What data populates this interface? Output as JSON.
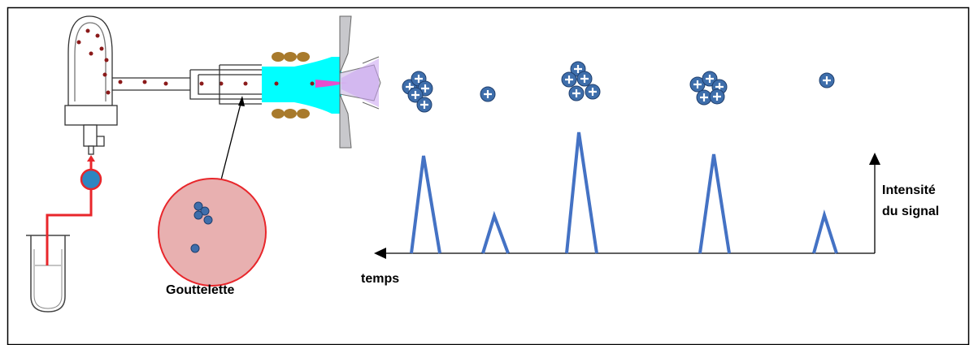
{
  "labels": {
    "droplet": "Gouttelette",
    "time_axis": "temps",
    "intensity_line1": "Intensité",
    "intensity_line2": "du signal"
  },
  "colors": {
    "tubing": "#e8262b",
    "droplet_dots": "#8b1a1a",
    "plasma": "#00ffff",
    "plasma_core": "#ff3cc8",
    "coil": "#a87a2c",
    "ion_fill": "#3e6eab",
    "peak_line": "#4472c4",
    "droplet_zoom_fill": "#e8b0b0",
    "droplet_zoom_border": "#e8262b",
    "pump": "#2e86c1",
    "cone": "#b0b0b8"
  },
  "icons": {
    "ion": "positive-ion-icon",
    "arrow": "arrowhead-icon"
  }
}
